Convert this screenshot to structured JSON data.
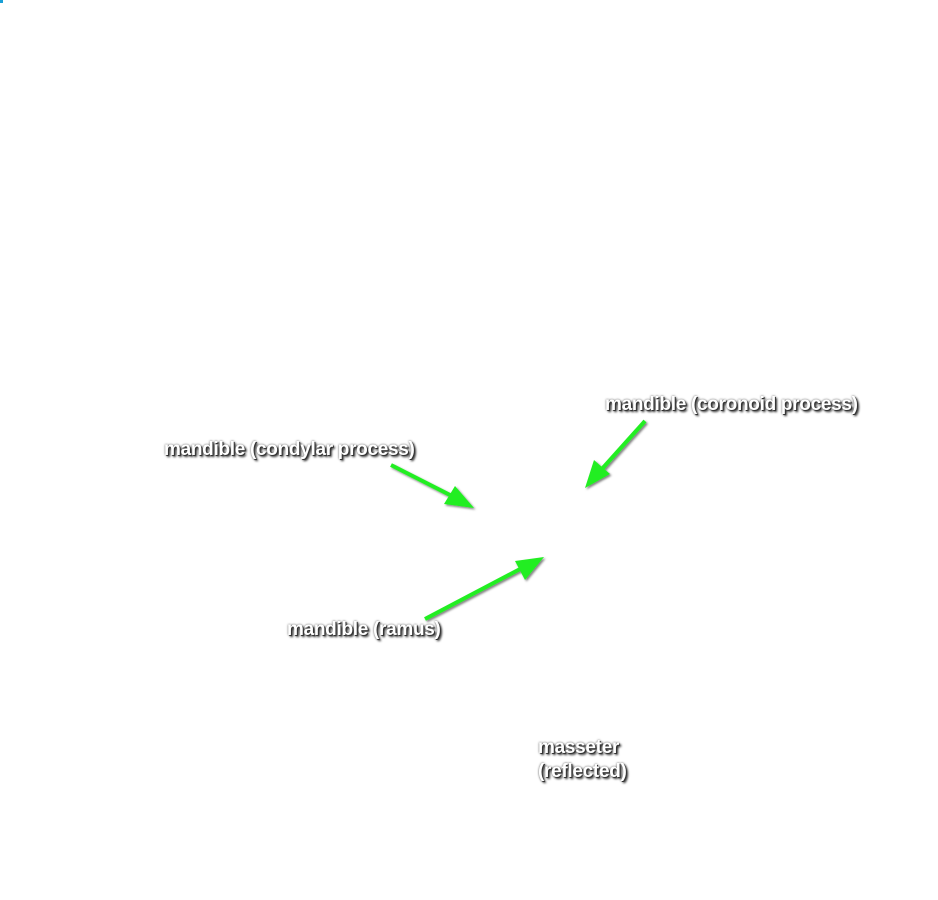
{
  "labels": {
    "condylar": "mandible (condylar process)",
    "coronoid": "mandible (coronoid process)",
    "ramus": "mandible (ramus)",
    "masseter_line1": "masseter",
    "masseter_line2": "(reflected)"
  },
  "colors": {
    "arrow": "#22ee22",
    "label_text": "#ffffff",
    "label_shadow": "#222222"
  }
}
